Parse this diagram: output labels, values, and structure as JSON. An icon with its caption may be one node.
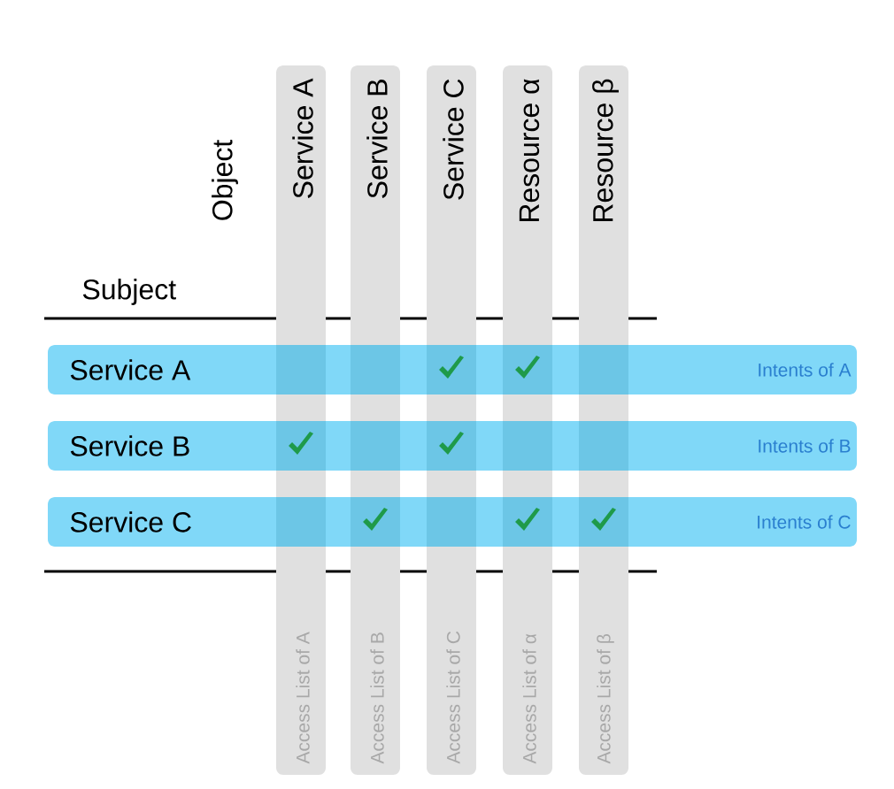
{
  "diagram": {
    "nodes": [
      {
        "text": [
          "Service A",
          "Access List of A"
        ]
      },
      {
        "text": [
          "Service B",
          "Access List of B"
        ]
      },
      {
        "text": [
          "Service C",
          "Access List of C"
        ]
      },
      {
        "text": [
          "Resource α",
          "Access List of α"
        ]
      },
      {
        "text": [
          "Resource β",
          "Access List of β"
        ]
      },
      {
        "text": [
          "Service A",
          "Intents of A"
        ]
      },
      {
        "text": [
          "Service B",
          "Intents of B"
        ]
      },
      {
        "text": [
          "Service C",
          "Intents of C"
        ]
      }
    ],
    "labels": [
      "Object",
      "Subject"
    ]
  }
}
